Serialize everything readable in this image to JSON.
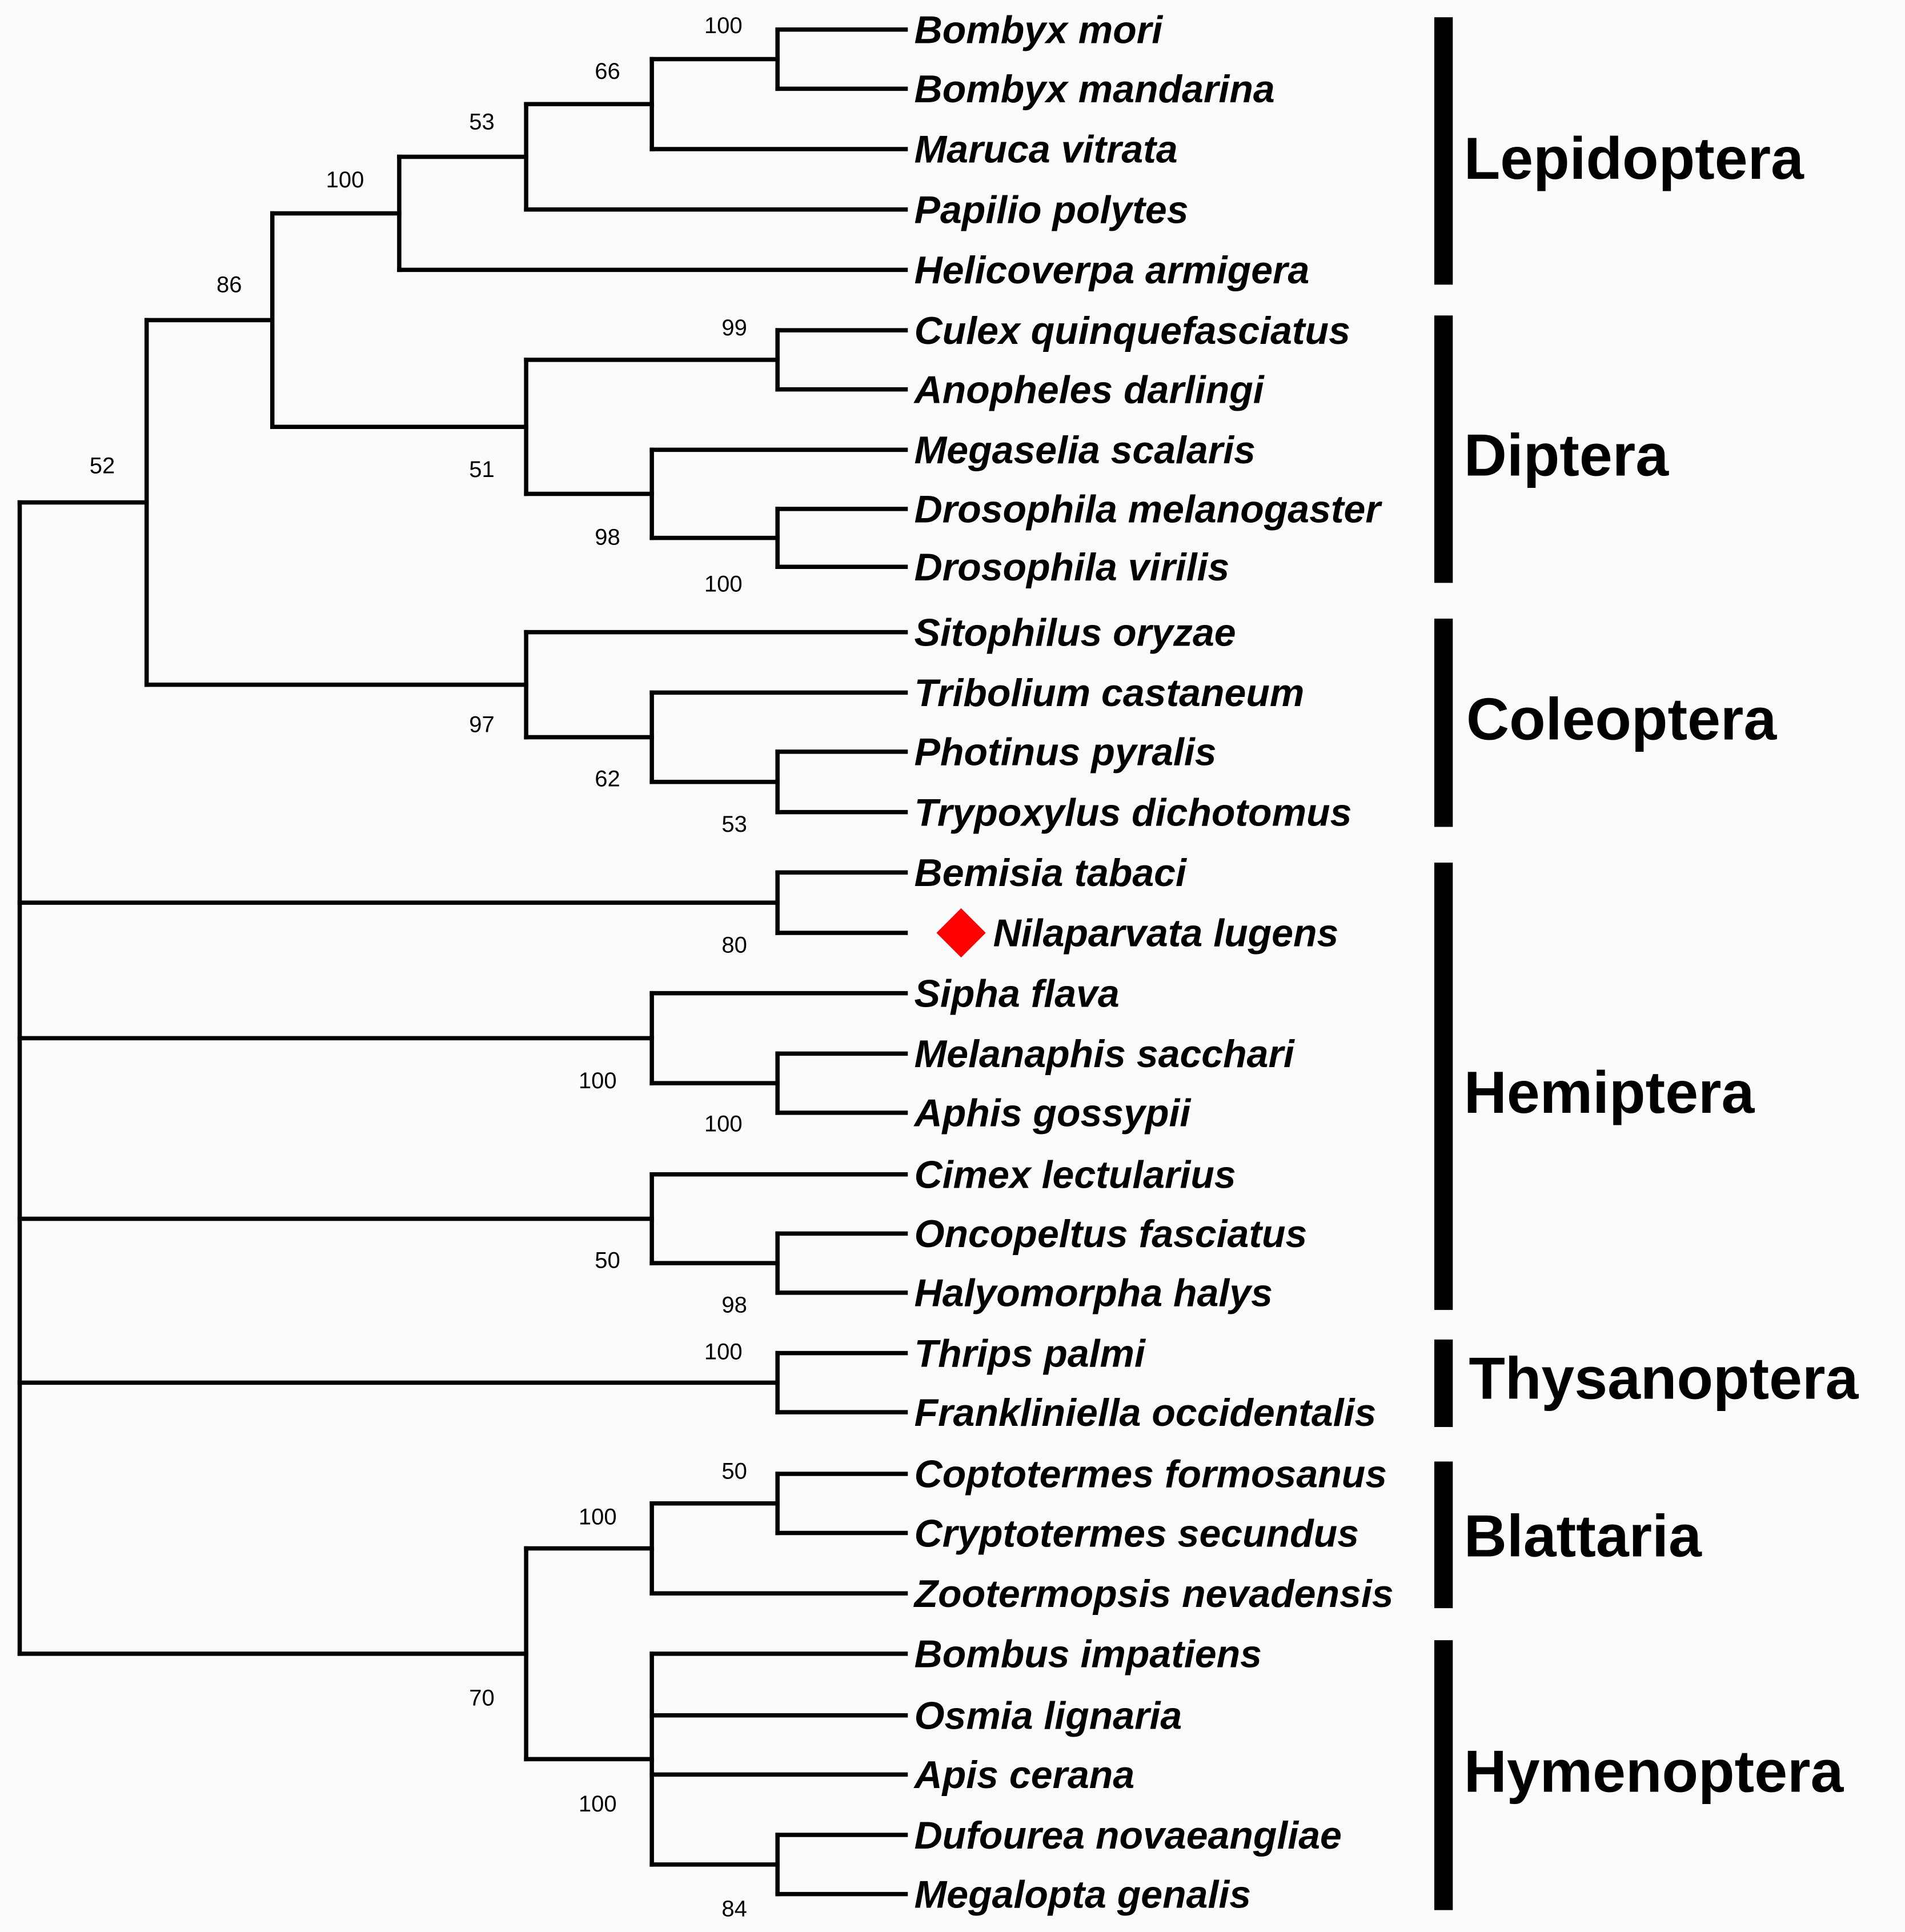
{
  "tree": {
    "taxa": [
      "Bombyx mori",
      "Bombyx mandarina",
      "Maruca vitrata",
      "Papilio polytes",
      "Helicoverpa armigera",
      "Culex quinquefasciatus",
      "Anopheles darlingi",
      "Megaselia scalaris",
      "Drosophila melanogaster",
      "Drosophila virilis",
      "Sitophilus oryzae",
      "Tribolium castaneum",
      "Photinus pyralis",
      "Trypoxylus dichotomus",
      "Bemisia tabaci",
      "Nilaparvata lugens",
      "Sipha flava",
      "Melanaphis sacchari",
      "Aphis gossypii",
      "Cimex lectularius",
      "Oncopeltus fasciatus",
      "Halyomorpha halys",
      "Thrips palmi",
      "Frankliniella occidentalis",
      "Coptotermes formosanus",
      "Cryptotermes secundus",
      "Zootermopsis nevadensis",
      "Bombus impatiens",
      "Osmia lignaria",
      "Apis cerana",
      "Dufourea novaeangliae",
      "Megalopta genalis"
    ],
    "highlighted_taxon": "Nilaparvata lugens",
    "highlight_marker": {
      "shape": "diamond",
      "color": "#ff0000"
    },
    "support_values": [
      "100",
      "66",
      "53",
      "100",
      "86",
      "99",
      "51",
      "98",
      "100",
      "52",
      "97",
      "62",
      "53",
      "80",
      "100",
      "100",
      "50",
      "98",
      "100",
      "50",
      "100",
      "70",
      "100",
      "84"
    ],
    "groups": [
      {
        "name": "Lepidoptera"
      },
      {
        "name": "Diptera"
      },
      {
        "name": "Coleoptera"
      },
      {
        "name": "Hemiptera"
      },
      {
        "name": "Thysanoptera"
      },
      {
        "name": "Blattaria"
      },
      {
        "name": "Hymenoptera"
      }
    ]
  }
}
